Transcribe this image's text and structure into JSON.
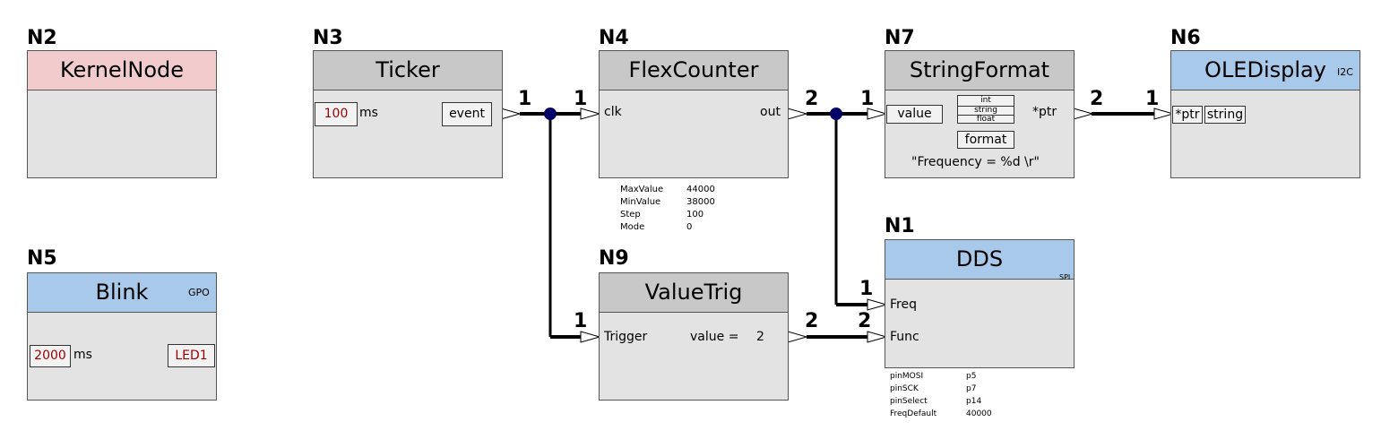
{
  "nodes": {
    "n2": {
      "tag": "N2",
      "title": "KernelNode"
    },
    "n3": {
      "tag": "N3",
      "title": "Ticker",
      "interval": "100",
      "unit": "ms",
      "port_out": "event"
    },
    "n4": {
      "tag": "N4",
      "title": "FlexCounter",
      "port_in": "clk",
      "port_out": "out",
      "params": [
        {
          "name": "MaxValue",
          "value": "44000"
        },
        {
          "name": "MinValue",
          "value": "38000"
        },
        {
          "name": "Step",
          "value": "100"
        },
        {
          "name": "Mode",
          "value": "0"
        }
      ]
    },
    "n7": {
      "tag": "N7",
      "title": "StringFormat",
      "port_in": "value",
      "types": [
        "int",
        "string",
        "float"
      ],
      "format_label": "format",
      "port_out": "*ptr",
      "format_string": "\"Frequency = %d  \\r\""
    },
    "n6": {
      "tag": "N6",
      "title": "OLEDisplay",
      "bus": "I2C",
      "port_ptr": "*ptr",
      "port_string": "string"
    },
    "n5": {
      "tag": "N5",
      "title": "Blink",
      "bus": "GPO",
      "interval": "2000",
      "unit": "ms",
      "led": "LED1"
    },
    "n9": {
      "tag": "N9",
      "title": "ValueTrig",
      "port_in": "Trigger",
      "value_label": "value =",
      "value": "2"
    },
    "n1": {
      "tag": "N1",
      "title": "DDS",
      "bus": "SPI",
      "port_freq": "Freq",
      "port_func": "Func",
      "params": [
        {
          "name": "pinMOSI",
          "value": "p5"
        },
        {
          "name": "pinSCK",
          "value": "p7"
        },
        {
          "name": "pinSelect",
          "value": "p14"
        },
        {
          "name": "FreqDefault",
          "value": "40000"
        }
      ]
    }
  },
  "links": {
    "ticker_out": "1",
    "counter_in": "1",
    "counter_out": "2",
    "format_in": "1",
    "format_out": "2",
    "display_in": "1",
    "trig_in": "1",
    "trig_out": "2",
    "dds_freq": "1",
    "dds_func": "2"
  },
  "colors": {
    "header_pink": "#f2cccc",
    "header_gray": "#c8c8c8",
    "header_blue": "#a9c9ea",
    "body": "#e3e3e3",
    "value_red": "#990000",
    "junction": "#000066"
  }
}
